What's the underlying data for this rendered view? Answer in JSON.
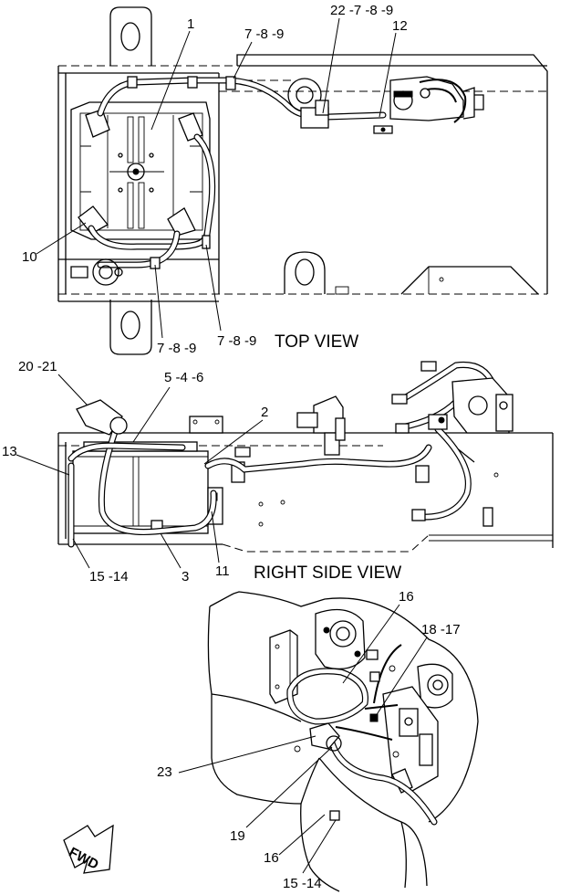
{
  "views": {
    "top": "TOP VIEW",
    "right_side": "RIGHT SIDE VIEW"
  },
  "fwd_label": "FWD",
  "callouts": {
    "top_1": "1",
    "top_7_8_9_a": "7 -8 -9",
    "top_22_7_8_9": "22 -7 -8 -9",
    "top_12": "12",
    "top_10": "10",
    "top_7_8_9_b": "7 -8 -9",
    "top_7_8_9_c": "7 -8 -9",
    "side_20_21": "20 -21",
    "side_5_4_6": "5 -4 -6",
    "side_2": "2",
    "side_13": "13",
    "side_15_14": "15 -14",
    "side_3": "3",
    "side_11": "11",
    "iso_16_a": "16",
    "iso_18_17": "18 -17",
    "iso_23": "23",
    "iso_19": "19",
    "iso_16_b": "16",
    "iso_15_14": "15 -14"
  }
}
